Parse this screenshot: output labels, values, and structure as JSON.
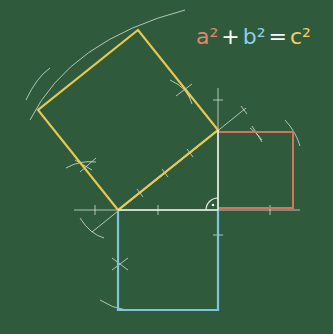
{
  "diagram": {
    "labels": [
      "a²",
      "+",
      "b²",
      "=",
      "c²"
    ]
  }
}
